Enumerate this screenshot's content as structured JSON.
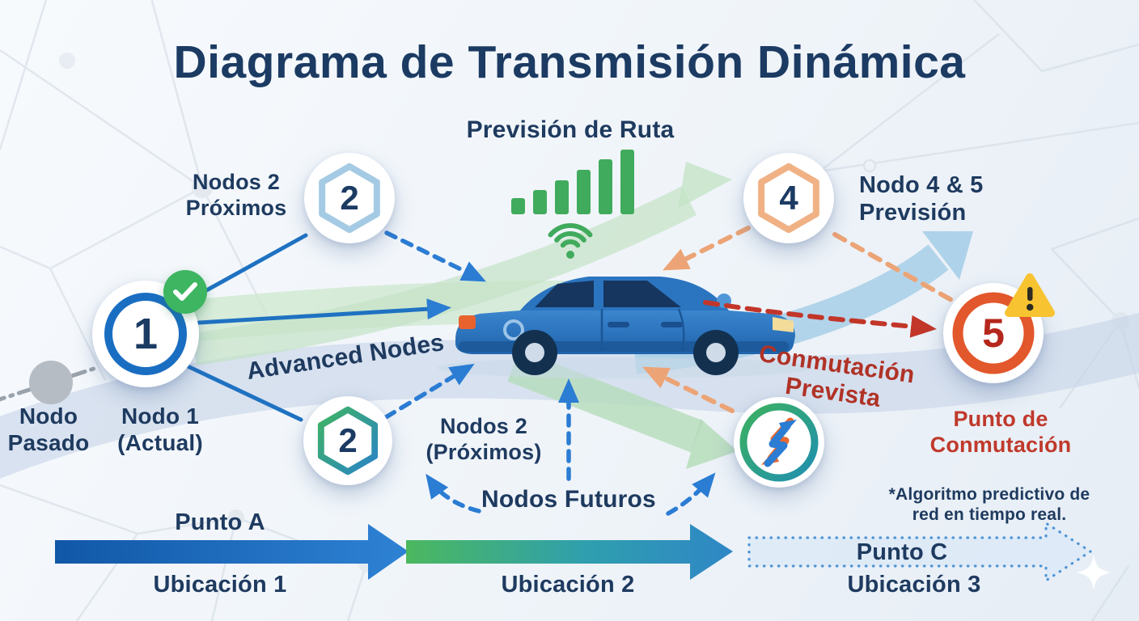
{
  "title": "Diagrama de Transmisión Dinámica",
  "annotations": {
    "route_forecast": "Previsión de Ruta",
    "advanced_nodes": "Advanced Nodes",
    "future_nodes": "Nodos Futuros",
    "switch_forecast": "Conmutación Prevista",
    "footnote": "*Algoritmo predictivo de\nred en tiempo real."
  },
  "nodes": {
    "past": {
      "label": "Nodo\nPasado"
    },
    "node1": {
      "number": "1",
      "label": "Nodo 1\n(Actual)"
    },
    "node2_top": {
      "number": "2",
      "label": "Nodos 2\nPróximos"
    },
    "node2_bottom": {
      "number": "2",
      "label": "Nodos 2\n(Próximos)"
    },
    "node4": {
      "number": "4",
      "label": "Nodo 4 & 5\nPrevisión"
    },
    "node5": {
      "number": "5",
      "label": "Punto de\nConmutación"
    },
    "warning_mark": "!"
  },
  "timeline": {
    "point_a": "Punto A",
    "point_c": "Punto C",
    "location_1": "Ubicación 1",
    "location_2": "Ubicación 2",
    "location_3": "Ubicación 3"
  },
  "icons": {
    "check": "check-icon",
    "warning": "warning-icon",
    "signal_bars": "signal-bars-icon",
    "wifi": "wifi-icon",
    "switch": "switch-icon",
    "car": "car-illustration"
  },
  "colors": {
    "title_navy": "#1c3b63",
    "text_navy": "#1e3a5f",
    "blue": "#2b7cd3",
    "light_blue_hex": "#a5cbe4",
    "green": "#3cb15f",
    "light_green_band": "#c4e3c6",
    "orange_hex": "#f0b185",
    "alert_ring": "#e2572b",
    "alert_text": "#b5271d",
    "warning_yellow": "#f7c331",
    "gray_node": "#b6bcc4"
  }
}
